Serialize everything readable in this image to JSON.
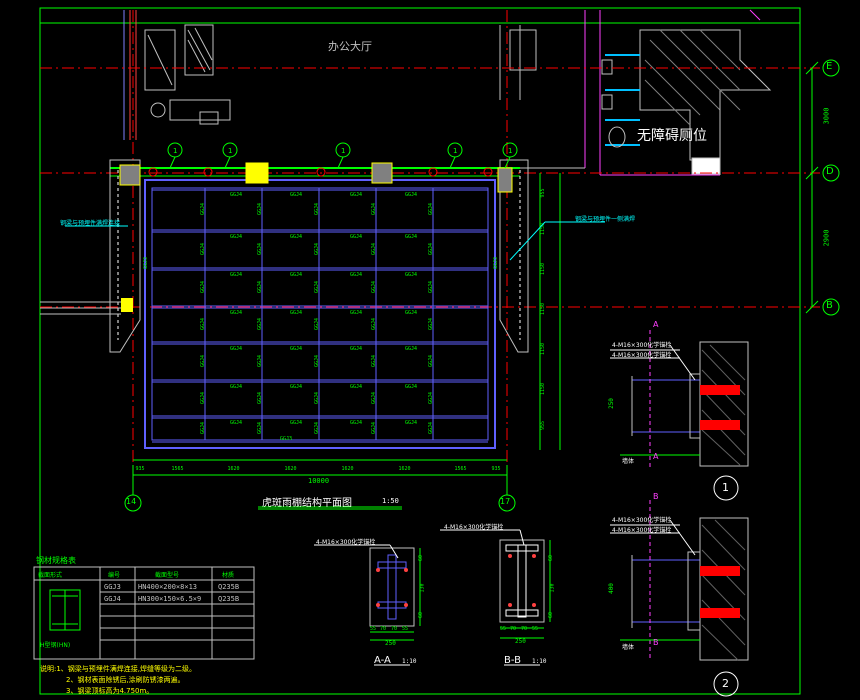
{
  "drawing": {
    "hall_label": "办公大厅",
    "barrier_free_label": "无障碍厕位",
    "plan_title": "虎斑雨棚结构平面图",
    "plan_scale": "1:50",
    "axis_E": "E",
    "axis_D": "D",
    "axis_B": "B",
    "axis_14": "14",
    "axis_17": "17",
    "dim_overall": "10000",
    "dims_bottom": [
      "935",
      "1565",
      "1620",
      "1620",
      "1620",
      "1620",
      "1565",
      "935"
    ],
    "dims_right_vertical": [
      "3000",
      "2900"
    ],
    "dims_right_bays": [
      "955",
      "1150",
      "1150",
      "1150",
      "1150",
      "1150",
      "955"
    ],
    "member_gl": "GGJ4",
    "member_gl_edge": "GGJ3",
    "member_gl_bottom": "GGJ3",
    "callout_ref": "1",
    "note_left_side": "钢梁与预埋件满焊连接",
    "note_right_side": "钢梁与预埋件一侧满焊"
  },
  "detail1": {
    "number": "1",
    "note1": "4-M16×300化学锚栓",
    "note2": "4-M16×300化学锚栓",
    "dim": "250",
    "section_mark": "A",
    "wall_label": "墙体"
  },
  "detail2": {
    "number": "2",
    "note1": "4-M16×300化学锚栓",
    "note2": "4-M16×300化学锚栓",
    "dim": "400",
    "section_mark": "B",
    "wall_label": "墙体"
  },
  "section_aa": {
    "title": "A-A",
    "scale": "1:10",
    "note": "4-M16×300化学锚栓",
    "dims_bottom": [
      "55",
      "70",
      "70",
      "55"
    ],
    "dim_total": "250",
    "dims_side": [
      "60",
      "130",
      "60"
    ]
  },
  "section_bb": {
    "title": "B-B",
    "scale": "1:10",
    "note": "4-M16×300化学锚栓",
    "dims_bottom": [
      "55",
      "70",
      "70",
      "55"
    ],
    "dim_total": "250",
    "dims_side": [
      "60",
      "130",
      "60"
    ]
  },
  "steel_table": {
    "title": "钢材规格表",
    "headers": [
      "截面形式",
      "编号",
      "截面型号",
      "材质"
    ],
    "rows": [
      {
        "code": "GGJ3",
        "section": "HN400×200×8×13",
        "material": "Q235B"
      },
      {
        "code": "GGJ4",
        "section": "HN300×150×6.5×9",
        "material": "Q235B"
      }
    ],
    "profile_caption": "H型钢(HN)"
  },
  "notes": {
    "line1": "说明:1、钢梁与预埋件满焊连接,焊缝等级为二级。",
    "line2": "2、钢材表面除锈后,涂刷防锈漆两遍。",
    "line3": "3、钢梁顶标高为4.750m。"
  }
}
